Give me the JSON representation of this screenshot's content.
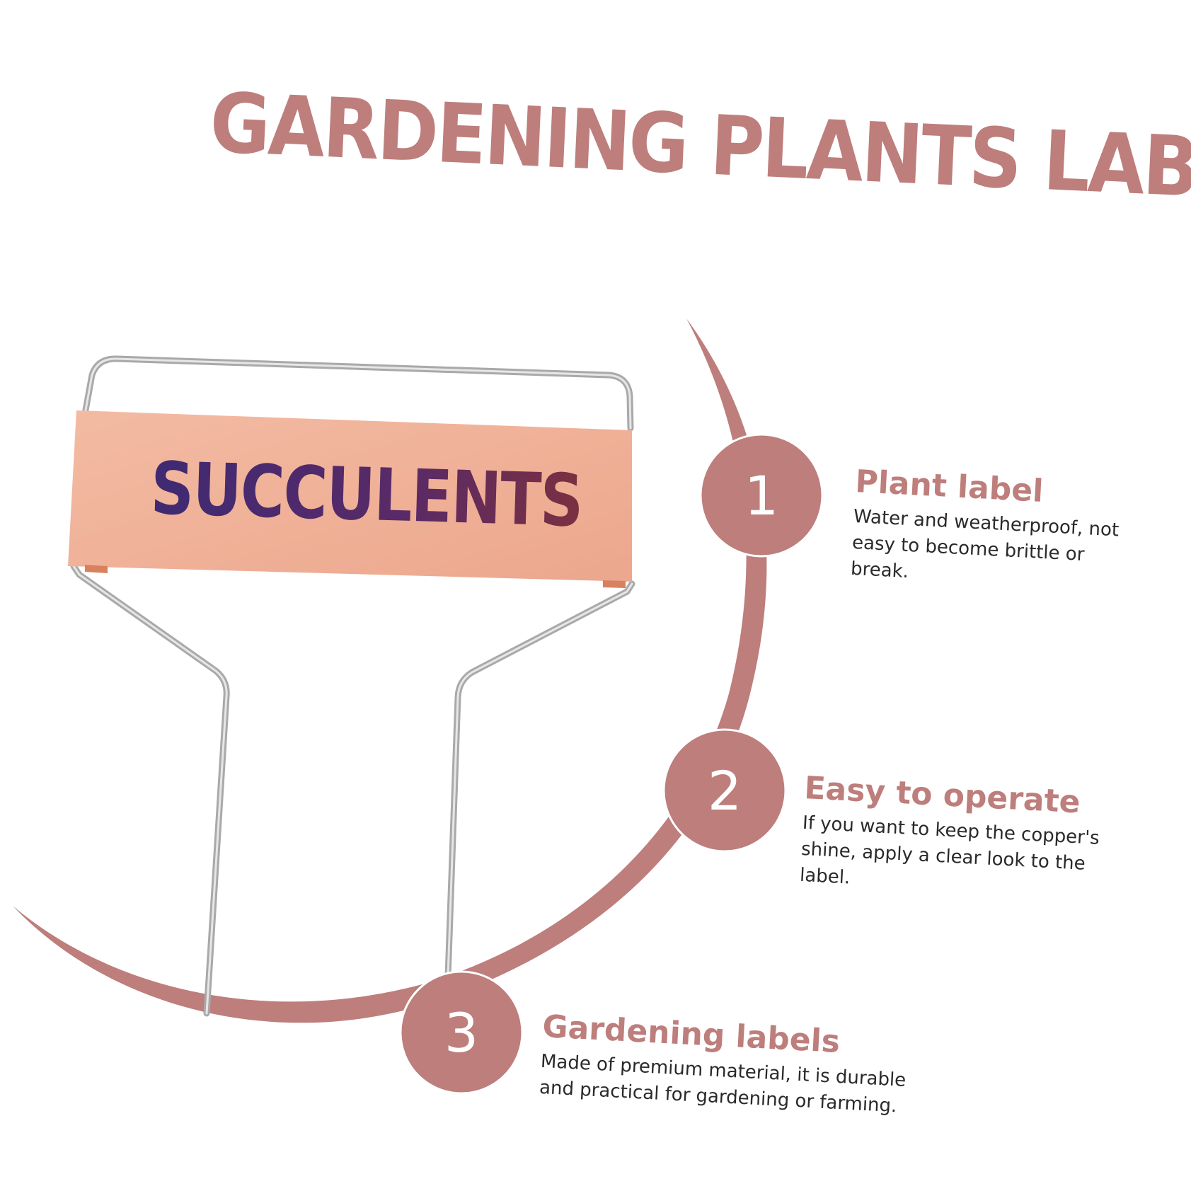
{
  "title": "GARDENING PLANTS LABELS",
  "colors": {
    "accent": "#bd7e7c",
    "sign_plate": "#f0b49c",
    "sign_text": "#4a2a6e",
    "wire": "#b8b8b8",
    "body_text": "#2a2a2a"
  },
  "product": {
    "sign_text": "SUCCULENTS"
  },
  "features": [
    {
      "number": "1",
      "heading": "Plant label",
      "description": "Water and weatherproof, not easy to become brittle or break."
    },
    {
      "number": "2",
      "heading": "Easy to operate",
      "description": "If you want to keep the copper's shine, apply a clear look to the label."
    },
    {
      "number": "3",
      "heading": "Gardening labels",
      "description": "Made of premium material, it is durable and practical for gardening or farming."
    }
  ]
}
